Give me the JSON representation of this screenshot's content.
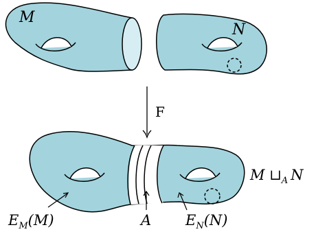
{
  "colors": {
    "surface_fill": "#a3d4de",
    "tube_inner": "#d6eef3",
    "stroke": "#000000",
    "background": "#ffffff"
  },
  "labels": {
    "m": "M",
    "n": "N",
    "map": "F",
    "glued": "M ⊔",
    "glued_sub": "A",
    "glued_n": "N",
    "e_m": "E",
    "e_m_sub": "M",
    "e_m_arg": "(M)",
    "e_n": "E",
    "e_n_sub": "N",
    "e_n_arg": "(N)",
    "a": "A"
  }
}
